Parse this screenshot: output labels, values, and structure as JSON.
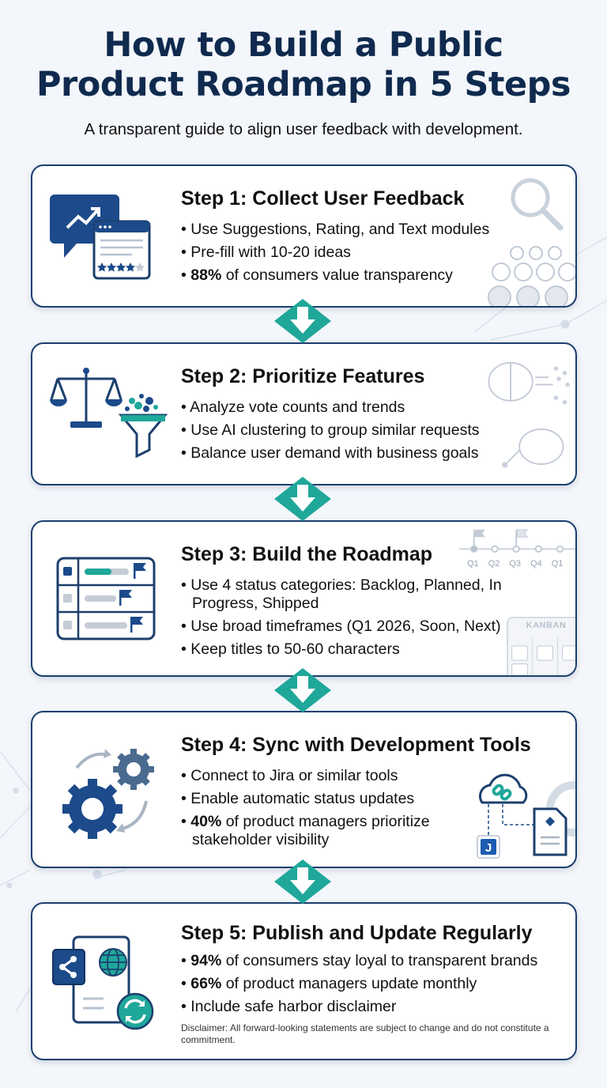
{
  "title_line1": "How to Build a Public",
  "title_line2": "Product Roadmap in 5 Steps",
  "subtitle": "A transparent guide to align user feedback with development.",
  "colors": {
    "navy": "#1c3f6e",
    "teal": "#1fa79a",
    "text": "#111111",
    "background": "#f3f6fa"
  },
  "steps": [
    {
      "title": "Step 1: Collect User Feedback",
      "icon": "feedback-chat-rating-icon",
      "bullets": [
        {
          "bold": "",
          "text": "Use Suggestions, Rating, and Text modules"
        },
        {
          "bold": "",
          "text": "Pre-fill with 10-20 ideas"
        },
        {
          "bold": "88%",
          "text": " of consumers value transparency"
        }
      ]
    },
    {
      "title": "Step 2: Prioritize Features",
      "icon": "scale-funnel-icon",
      "bullets": [
        {
          "bold": "",
          "text": "Analyze vote counts and trends"
        },
        {
          "bold": "",
          "text": "Use AI clustering to group similar requests"
        },
        {
          "bold": "",
          "text": "Balance user demand with business goals"
        }
      ]
    },
    {
      "title": "Step 3: Build the Roadmap",
      "icon": "roadmap-table-icon",
      "bullets": [
        {
          "bold": "",
          "text": "Use 4 status categories: Backlog, Planned, In Progress, Shipped"
        },
        {
          "bold": "",
          "text": "Use broad timeframes (Q1 2026, Soon, Next)"
        },
        {
          "bold": "",
          "text": "Keep titles to 50-60 characters"
        }
      ],
      "timeline": [
        "Q1",
        "Q2",
        "Q3",
        "Q4",
        "Q1"
      ],
      "kanban": "KANBAN"
    },
    {
      "title": "Step 4: Sync with Development Tools",
      "icon": "gears-sync-icon",
      "bullets": [
        {
          "bold": "",
          "text": "Connect to Jira or similar tools"
        },
        {
          "bold": "",
          "text": "Enable automatic status updates"
        },
        {
          "bold": "40%",
          "text": " of product managers prioritize stakeholder visibility"
        }
      ],
      "jira_letter": "J"
    },
    {
      "title": "Step 5: Publish and Update Regularly",
      "icon": "share-globe-refresh-icon",
      "bullets": [
        {
          "bold": "94%",
          "text": " of consumers stay loyal to transparent brands"
        },
        {
          "bold": "66%",
          "text": " of product managers update monthly"
        },
        {
          "bold": "",
          "text": "Include safe harbor disclaimer"
        }
      ],
      "disclaimer": "Disclaimer: All forward-looking statements are subject to change and do not constitute a commitment."
    }
  ]
}
